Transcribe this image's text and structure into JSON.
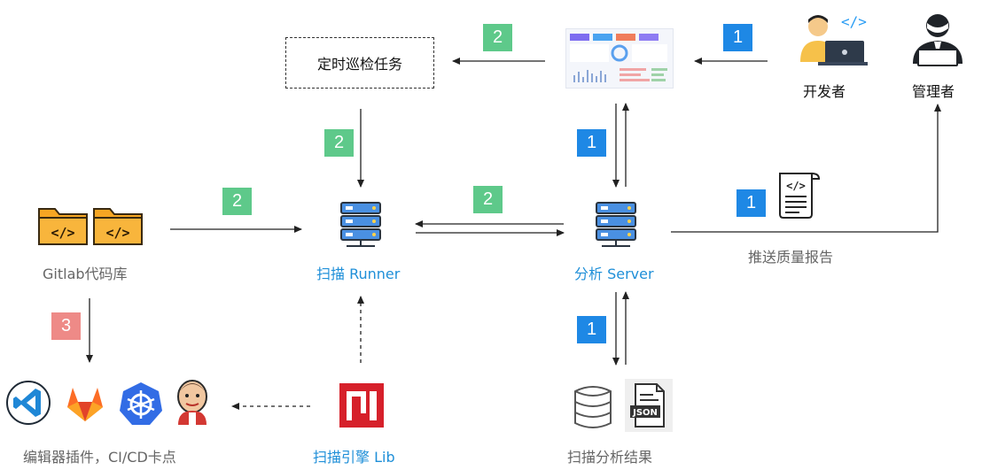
{
  "nodes": {
    "scheduled_task": "定时巡检任务",
    "developer": "开发者",
    "admin": "管理者",
    "gitlab": "Gitlab代码库",
    "runner": "扫描 Runner",
    "server": "分析 Server",
    "push_report": "推送质量报告",
    "plugins": "编辑器插件，CI/CD卡点",
    "engine": "扫描引擎 Lib",
    "results": "扫描分析结果",
    "json_label": "JSON",
    "code_label": "</>"
  },
  "badges": {
    "top_green": "2",
    "dev_to_dash": "1",
    "task_to_runner": "2",
    "dash_to_server": "1",
    "gitlab_to_runner": "2",
    "runner_server": "2",
    "report": "1",
    "gitlab_down": "3",
    "server_results": "1"
  },
  "colors": {
    "badge_blue": "#1e88e5",
    "badge_green": "#5ec98a",
    "badge_red": "#ee8a87",
    "accent_blue": "#1f8fd8",
    "folder_orange": "#f6a623"
  },
  "icons": [
    "developer-icon",
    "admin-icon",
    "dashboard-icon",
    "server-icon",
    "runner-icon",
    "folder-code-icon",
    "report-icon",
    "vscode-icon",
    "gitlab-icon",
    "kubernetes-icon",
    "jenkins-icon",
    "engine-lib-icon",
    "database-icon",
    "json-file-icon"
  ]
}
